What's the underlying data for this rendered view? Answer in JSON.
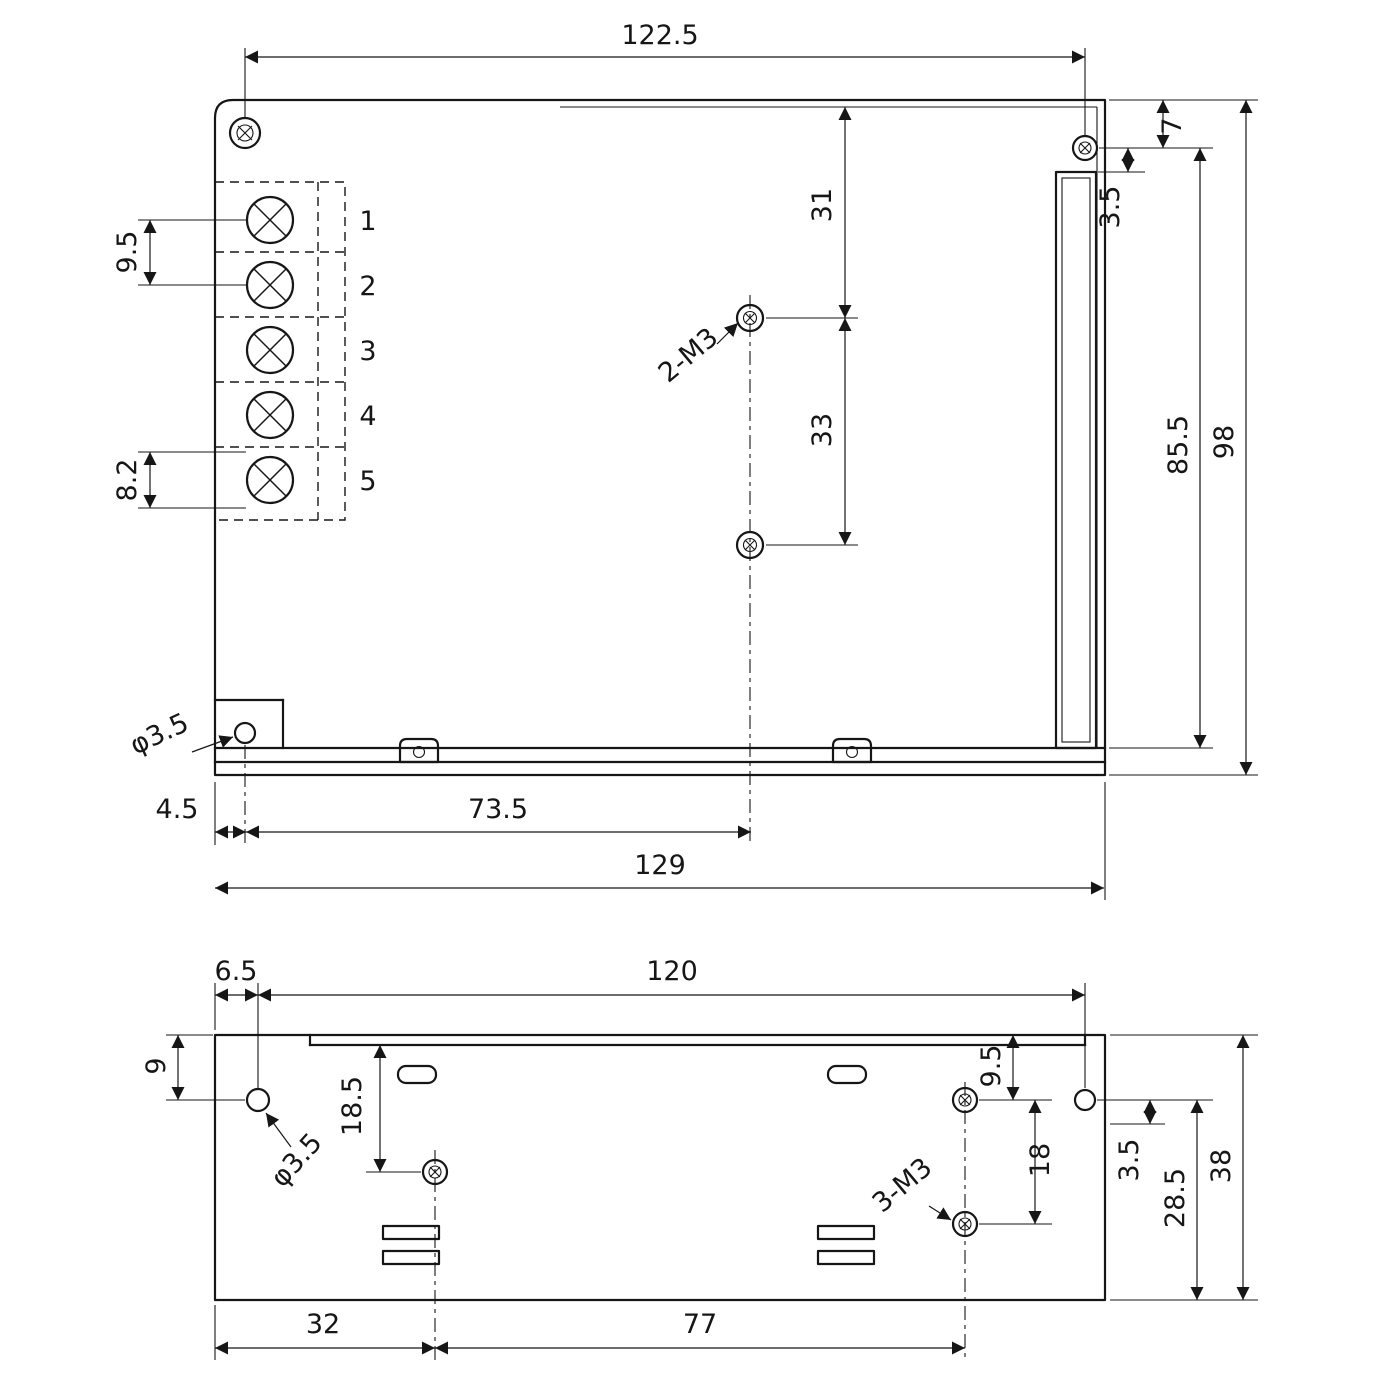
{
  "top_view": {
    "terminal_labels": [
      "1",
      "2",
      "3",
      "4",
      "5"
    ],
    "dims": {
      "top_width": "122.5",
      "corner_offset": "7",
      "edge_inset": "3.5",
      "hole_from_top": "31",
      "hole_spacing": "33",
      "side_height": "85.5",
      "overall_height": "98",
      "terminal_pitch": "9.5",
      "terminal_end": "8.2",
      "hole_dia": "φ3.5",
      "base_offset": "4.5",
      "hole_from_left": "73.5",
      "overall_width": "129",
      "screw_callout": "2-M3"
    }
  },
  "side_view": {
    "dims": {
      "left_offset": "6.5",
      "top_width": "120",
      "hole_from_top": "9",
      "hole_from_lip": "18.5",
      "hole_dia": "φ3.5",
      "right_hole_from_top": "9.5",
      "right_hole_spacing": "18",
      "edge_inset": "3.5",
      "lower_height": "28.5",
      "overall_height": "38",
      "screw_callout": "3-M3",
      "hole_from_left": "32",
      "hole_spacing_x": "77"
    }
  }
}
